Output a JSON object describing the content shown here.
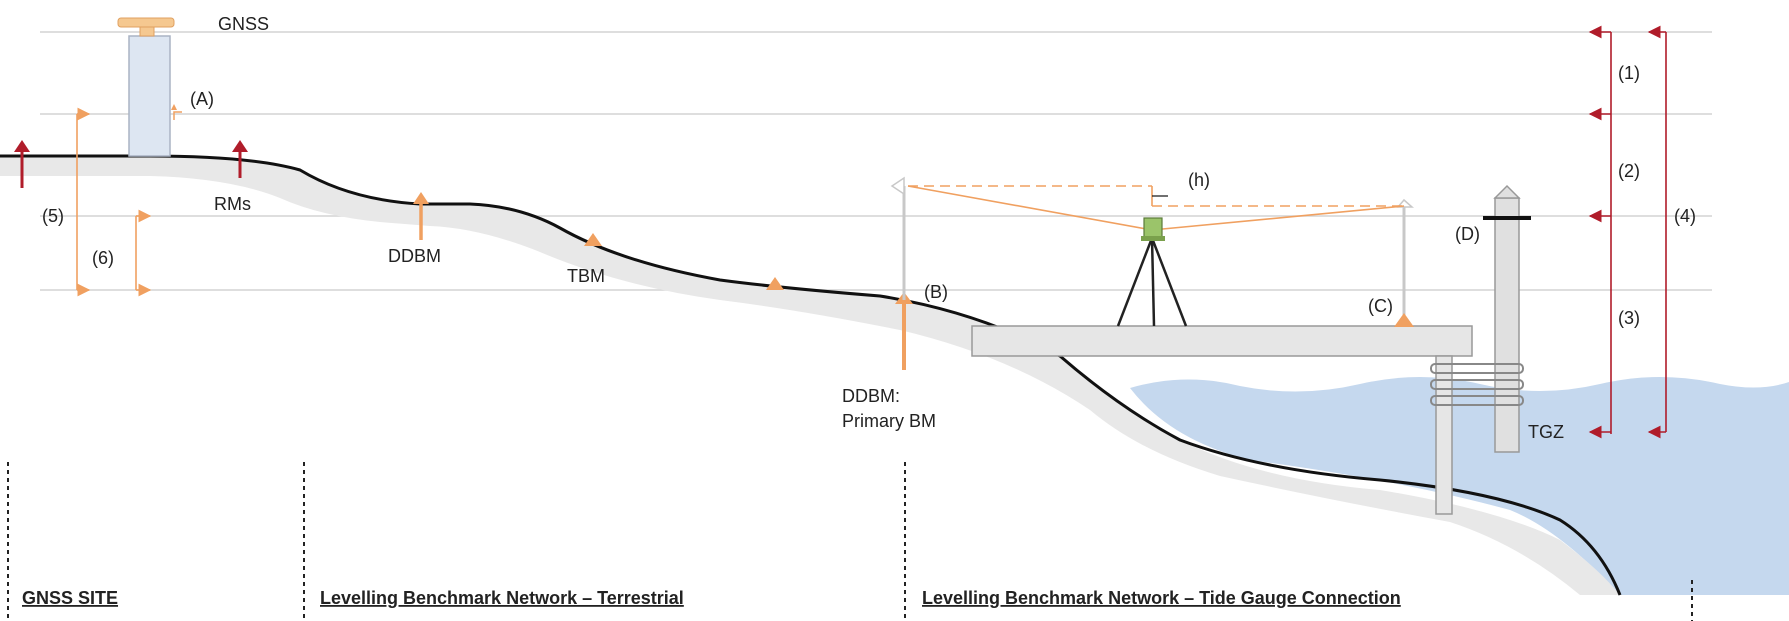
{
  "labels": {
    "gnss": "GNSS",
    "a": "(A)",
    "rms": "RMs",
    "ddbm": "DDBM",
    "tbm": "TBM",
    "b": "(B)",
    "ddbm_primary_line1": "DDBM:",
    "ddbm_primary_line2": "Primary BM",
    "h": "(h)",
    "c": "(C)",
    "d": "(D)",
    "tgz": "TGZ",
    "n1": "(1)",
    "n2": "(2)",
    "n3": "(3)",
    "n4": "(4)",
    "n5": "(5)",
    "n6": "(6)"
  },
  "sections": {
    "gnss_site": "GNSS SITE",
    "terrestrial": "Levelling Benchmark Network – Terrestrial",
    "tide_gauge": "Levelling Benchmark Network – Tide Gauge Connection"
  },
  "colors": {
    "orange": "#f0a060",
    "red": "#b01c2a",
    "water": "#c5d8ee",
    "ground_shadow": "#e8e8e8",
    "pier": "#e6e6e6",
    "grey_line": "#d0d0d0"
  }
}
